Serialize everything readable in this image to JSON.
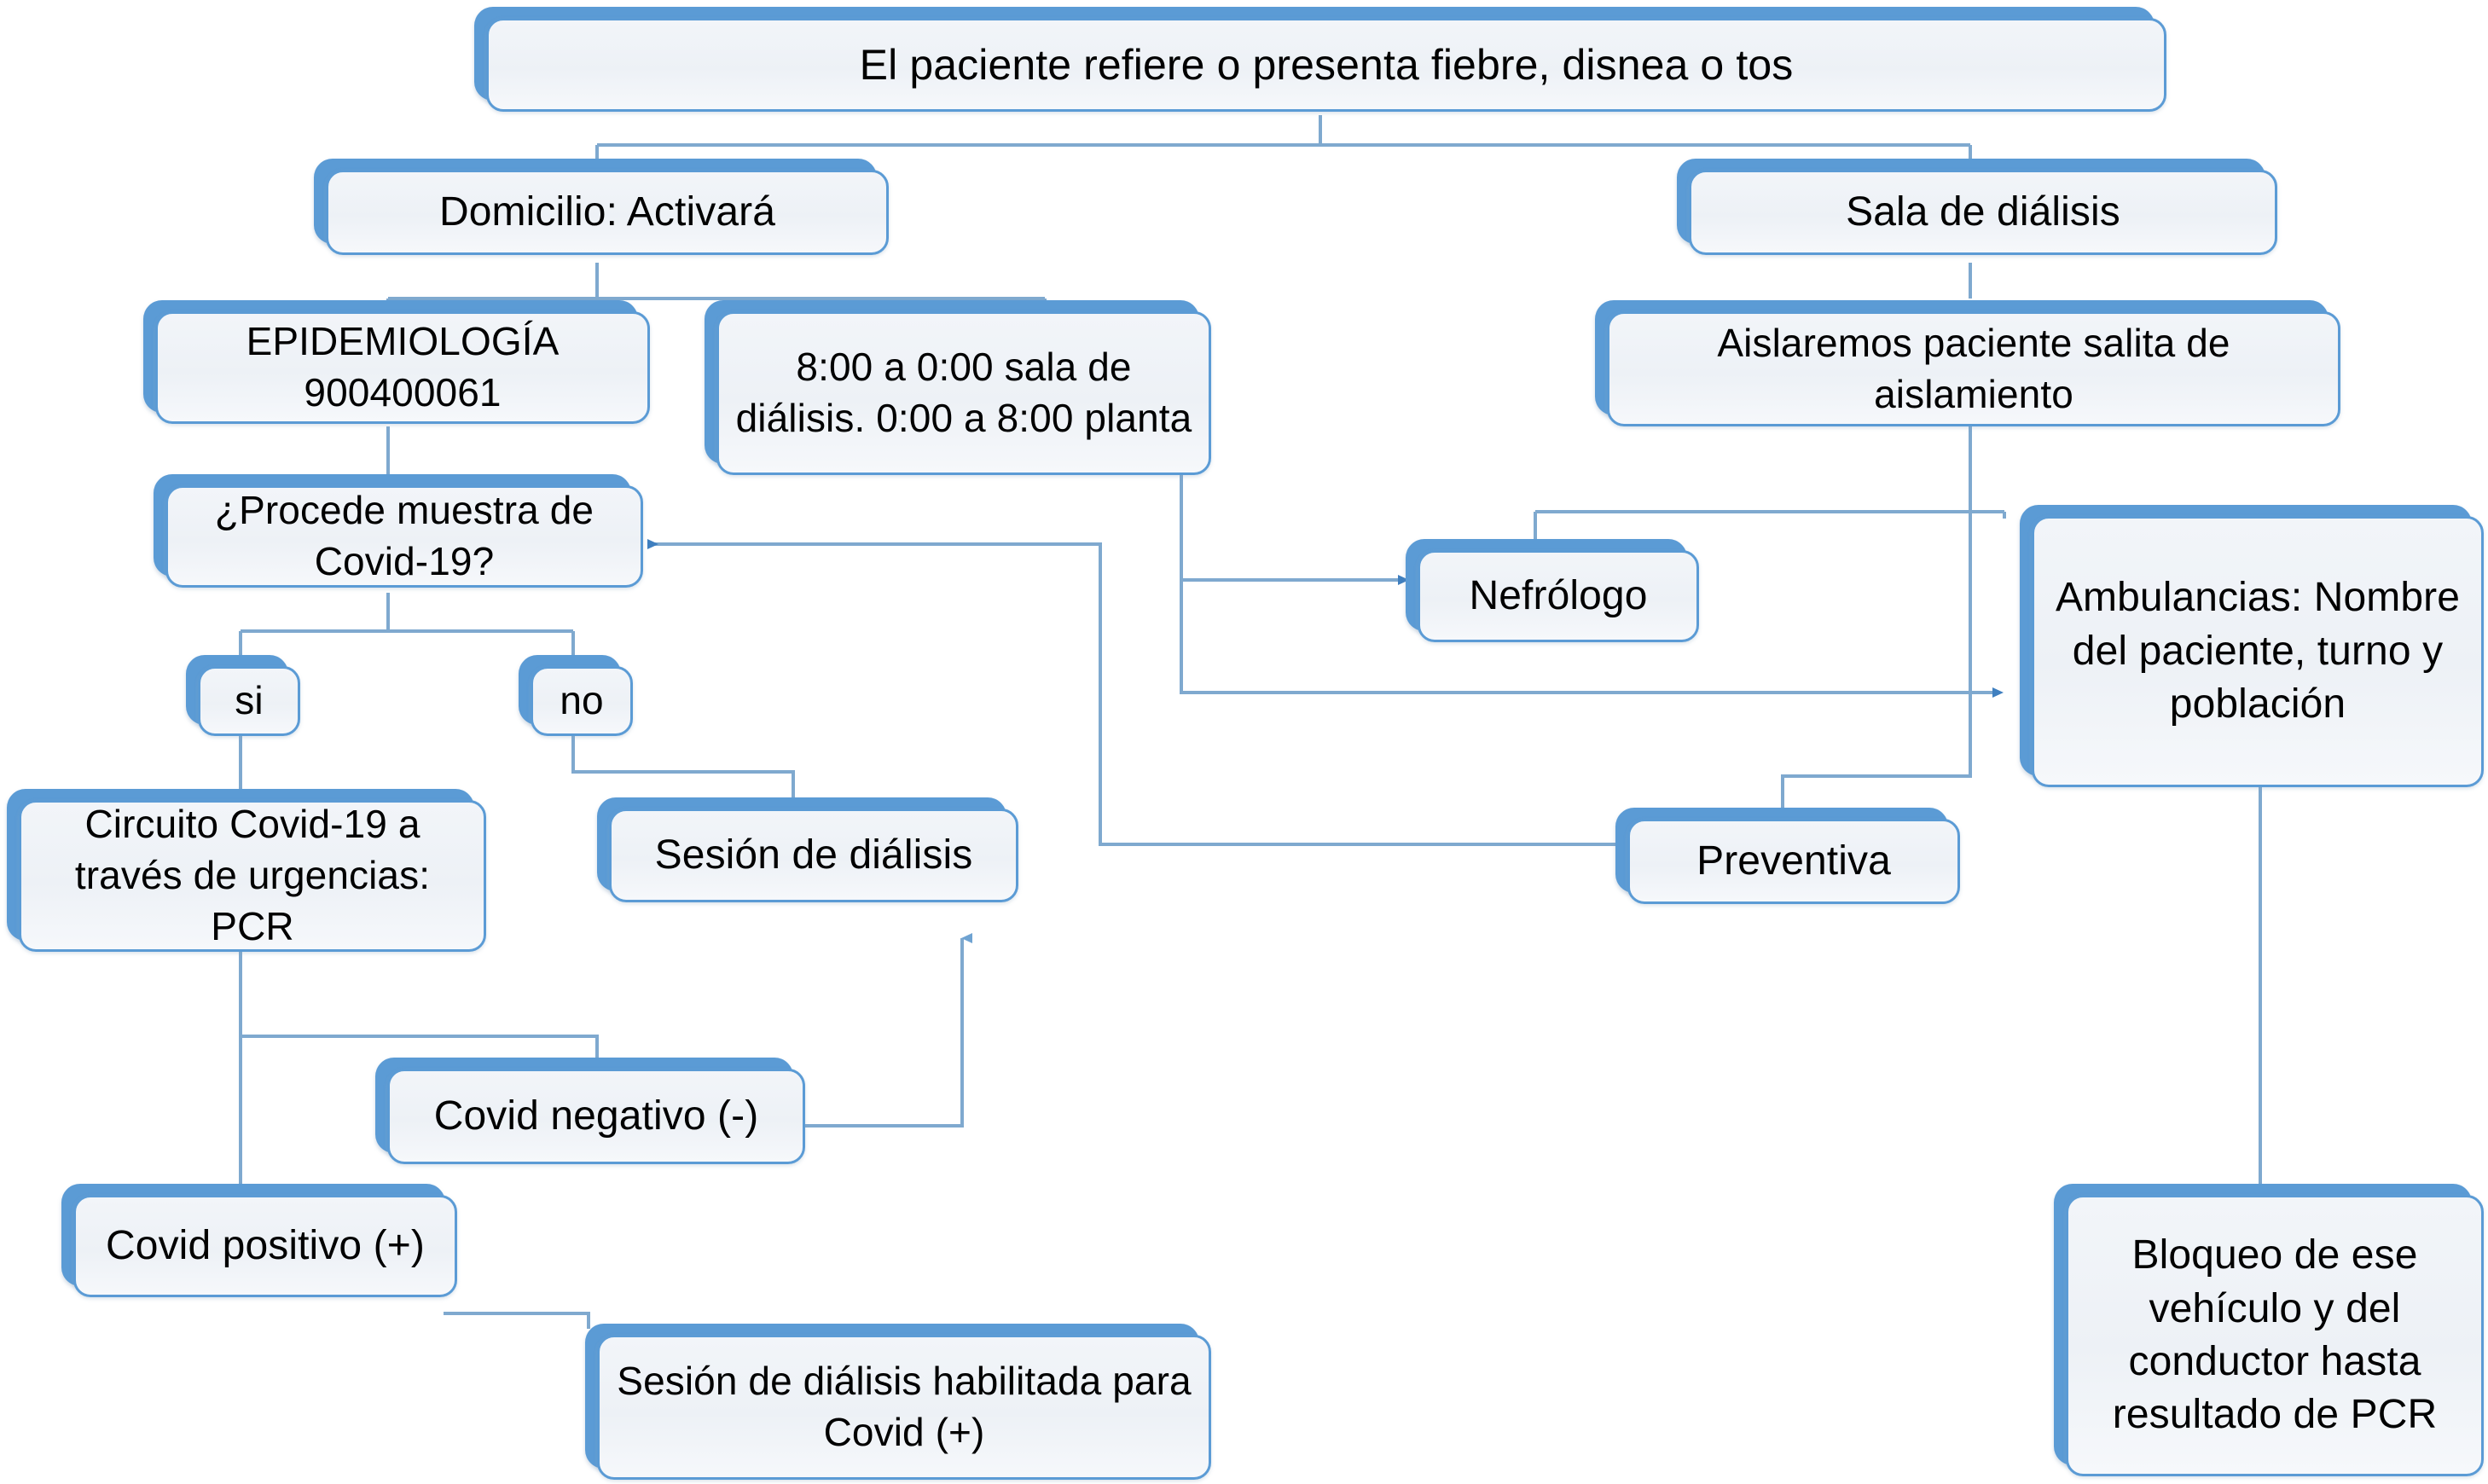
{
  "diagram": {
    "title": "Flujograma de actuación COVID-19 en sala de diálisis",
    "language": "es",
    "colors": {
      "node_border": "#5B9BD5",
      "node_shadow_plate": "#5B9BD5",
      "node_fill": "#EFF3F7",
      "connector": "#7FA9CF",
      "text": "#000000",
      "background": "#FFFFFF"
    },
    "nodes": [
      {
        "id": "root",
        "label": "El paciente refiere o presenta fiebre, disnea o tos"
      },
      {
        "id": "domicilio",
        "label": "Domicilio: Activará"
      },
      {
        "id": "sala",
        "label": "Sala de diálisis"
      },
      {
        "id": "epidemiologia",
        "label": "EPIDEMIOLOGÍA\n900400061"
      },
      {
        "id": "horario",
        "label": "8:00 a 0:00 sala de diálisis. 0:00 a 8:00 planta"
      },
      {
        "id": "aislaremos",
        "label": "Aislaremos paciente salita de aislamiento"
      },
      {
        "id": "procede",
        "label": "¿Procede muestra de Covid-19?"
      },
      {
        "id": "nefrologo",
        "label": "Nefrólogo"
      },
      {
        "id": "ambulancias",
        "label": "Ambulancias: Nombre del paciente, turno y población"
      },
      {
        "id": "si",
        "label": "si"
      },
      {
        "id": "no",
        "label": "no"
      },
      {
        "id": "circuito",
        "label": "Circuito Covid-19 a través de urgencias: PCR"
      },
      {
        "id": "sesion",
        "label": "Sesión de diálisis"
      },
      {
        "id": "preventiva",
        "label": "Preventiva"
      },
      {
        "id": "negativo",
        "label": "Covid negativo (-)"
      },
      {
        "id": "positivo",
        "label": "Covid positivo (+)"
      },
      {
        "id": "sesion_hab",
        "label": "Sesión de diálisis habilitada para Covid (+)"
      },
      {
        "id": "bloqueo",
        "label": "Bloqueo de ese vehículo y del conductor hasta resultado de PCR"
      }
    ],
    "edges": [
      {
        "from": "root",
        "to": "domicilio",
        "arrow": false
      },
      {
        "from": "root",
        "to": "sala",
        "arrow": false
      },
      {
        "from": "domicilio",
        "to": "epidemiologia",
        "arrow": false
      },
      {
        "from": "domicilio",
        "to": "horario",
        "arrow": false
      },
      {
        "from": "sala",
        "to": "aislaremos",
        "arrow": false
      },
      {
        "from": "epidemiologia",
        "to": "procede",
        "arrow": false
      },
      {
        "from": "horario",
        "to": "nefrologo",
        "arrow": true
      },
      {
        "from": "horario",
        "to": "ambulancias",
        "arrow": true
      },
      {
        "from": "aislaremos",
        "to": "nefrologo",
        "arrow": false
      },
      {
        "from": "aislaremos",
        "to": "ambulancias",
        "arrow": false
      },
      {
        "from": "aislaremos",
        "to": "preventiva",
        "arrow": false
      },
      {
        "from": "procede",
        "to": "si",
        "arrow": false
      },
      {
        "from": "procede",
        "to": "no",
        "arrow": false
      },
      {
        "from": "si",
        "to": "circuito",
        "arrow": false
      },
      {
        "from": "no",
        "to": "sesion",
        "arrow": false
      },
      {
        "from": "circuito",
        "to": "negativo",
        "arrow": false
      },
      {
        "from": "circuito",
        "to": "positivo",
        "arrow": false
      },
      {
        "from": "negativo",
        "to": "sesion",
        "arrow": true
      },
      {
        "from": "positivo",
        "to": "sesion_hab",
        "arrow": false
      },
      {
        "from": "preventiva",
        "to": "procede",
        "arrow": true
      },
      {
        "from": "ambulancias",
        "to": "bloqueo",
        "arrow": false
      }
    ]
  }
}
